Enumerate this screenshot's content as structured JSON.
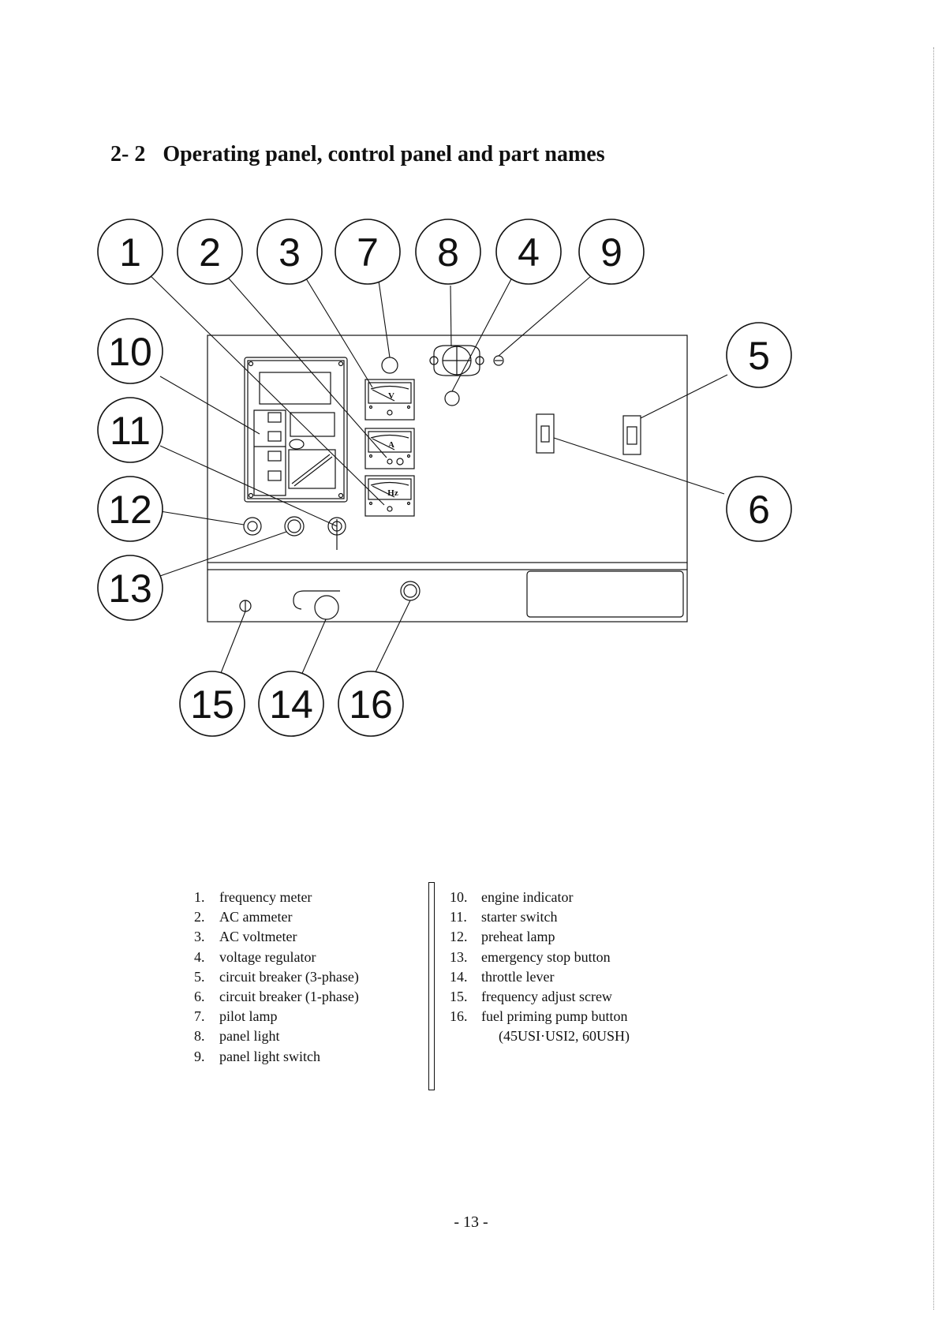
{
  "section": {
    "number": "2- 2",
    "title": "Operating panel, control panel and part names"
  },
  "diagram": {
    "callouts": [
      "1",
      "2",
      "3",
      "7",
      "8",
      "4",
      "9",
      "10",
      "11",
      "12",
      "13",
      "5",
      "6",
      "15",
      "14",
      "16"
    ],
    "meter_units": {
      "voltmeter": "V",
      "ammeter": "A",
      "frequency": "Hz"
    }
  },
  "legend": {
    "left": [
      {
        "num": "1.",
        "label": "frequency meter"
      },
      {
        "num": "2.",
        "label": "AC ammeter"
      },
      {
        "num": "3.",
        "label": "AC voltmeter"
      },
      {
        "num": "4.",
        "label": "voltage regulator"
      },
      {
        "num": "5.",
        "label": "circuit breaker (3-phase)"
      },
      {
        "num": "6.",
        "label": "circuit breaker (1-phase)"
      },
      {
        "num": "7.",
        "label": "pilot lamp"
      },
      {
        "num": "8.",
        "label": "panel light"
      },
      {
        "num": "9.",
        "label": "panel light switch"
      }
    ],
    "right": [
      {
        "num": "10.",
        "label": "engine indicator"
      },
      {
        "num": "11.",
        "label": "starter switch"
      },
      {
        "num": "12.",
        "label": "preheat lamp"
      },
      {
        "num": "13.",
        "label": "emergency stop button"
      },
      {
        "num": "14.",
        "label": "throttle lever"
      },
      {
        "num": "15.",
        "label": "frequency adjust screw"
      },
      {
        "num": "16.",
        "label": "fuel priming pump button"
      }
    ],
    "note": "(45USI·USI2, 60USH)"
  },
  "page_number": "- 13 -"
}
